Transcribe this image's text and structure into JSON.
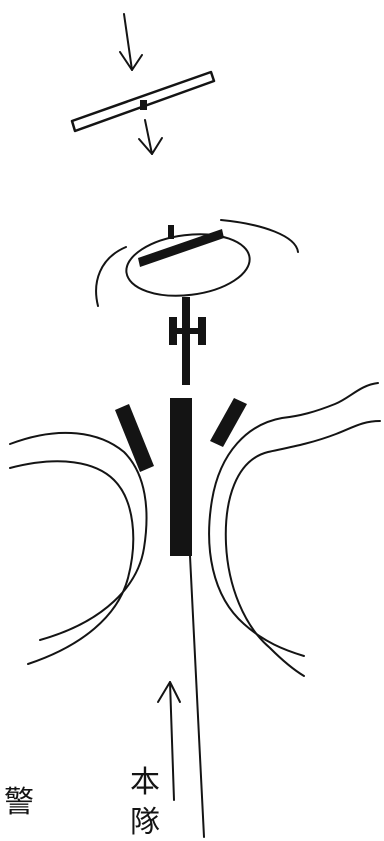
{
  "diagram": {
    "main_force_label_line1": "本",
    "main_force_label_line2": "隊",
    "corner_label": "警"
  },
  "colors": {
    "ink": "#141414",
    "paper": "#ffffff"
  },
  "icons": [
    "arrow-down-icon",
    "arrow-up-icon"
  ]
}
